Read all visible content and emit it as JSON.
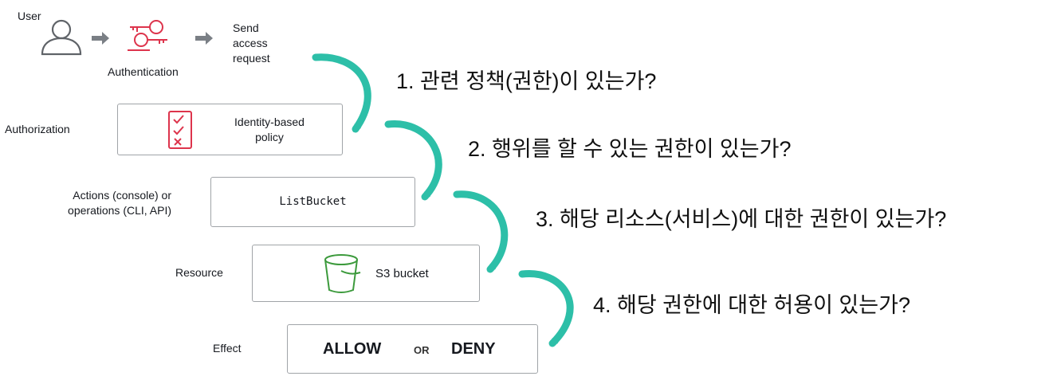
{
  "labels": {
    "user": "User",
    "authentication": "Authentication",
    "send_request": [
      "Send",
      "access",
      "request"
    ],
    "authorization": "Authorization",
    "actions": [
      "Actions (console) or",
      "operations (CLI, API)"
    ],
    "resource": "Resource",
    "effect": "Effect"
  },
  "boxes": {
    "policy": [
      "Identity-based",
      "policy"
    ],
    "action": "ListBucket",
    "resource": "S3 bucket",
    "allow": "ALLOW",
    "or": "OR",
    "deny": "DENY"
  },
  "questions": [
    "1. 관련 정책(권한)이 있는가?",
    "2. 행위를 할 수 있는 권한이 있는가?",
    "3. 해당 리소스(서비스)에 대한 권한이 있는가?",
    "4. 해당 권한에 대한 허용이 있는가?"
  ],
  "colors": {
    "arrow": "#2dbfa8",
    "auth_red": "#dd344c",
    "bucket_green": "#3c9a3c",
    "gray": "#5f6368"
  }
}
